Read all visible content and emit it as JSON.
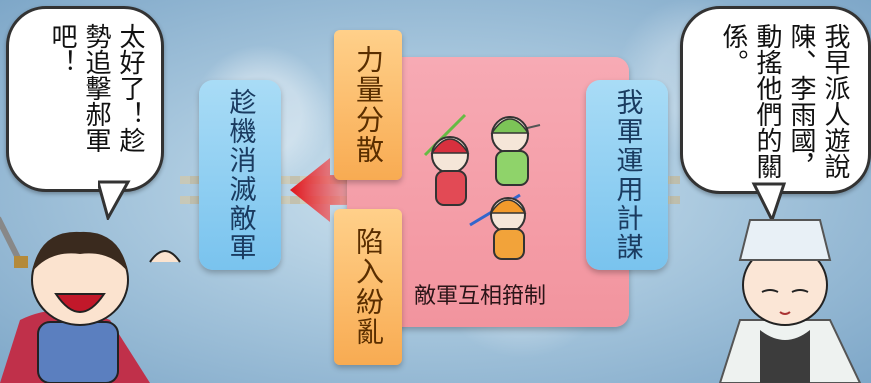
{
  "diagram": {
    "result": "趁機消滅敵軍",
    "cause_1": "力量分散",
    "cause_2": "陷入紛亂",
    "effect": "敵軍互相箝制",
    "source": "我軍運用計謀"
  },
  "speech": {
    "left": "太好了！趁勢追擊郝軍吧！",
    "right": "我早派人遊說陳、李雨國，動搖他們的關係。"
  },
  "colors": {
    "blue_box": "#79c3ee",
    "orange_box": "#f8ab52",
    "pink_box": "#f2949e",
    "arrow": "#e0141a"
  }
}
